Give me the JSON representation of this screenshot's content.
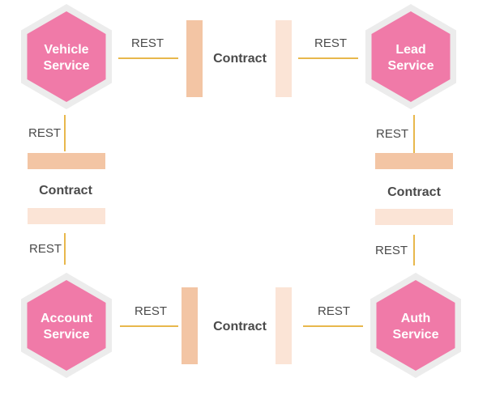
{
  "colors": {
    "hex_fill": "#f07aa8",
    "hex_ring": "#ececec",
    "connector": "#e8b84c",
    "contract_dark": "#f3c5a4",
    "contract_light": "#fbe4d6",
    "text_dark": "#4a4a4a",
    "text_light": "#ffffff"
  },
  "services": {
    "vehicle": {
      "line1": "Vehicle",
      "line2": "Service"
    },
    "lead": {
      "line1": "Lead",
      "line2": "Service"
    },
    "account": {
      "line1": "Account",
      "line2": "Service"
    },
    "auth": {
      "line1": "Auth",
      "line2": "Service"
    }
  },
  "connections": {
    "top": {
      "rest_left": "REST",
      "contract": "Contract",
      "rest_right": "REST"
    },
    "left": {
      "rest_top": "REST",
      "contract": "Contract",
      "rest_bottom": "REST"
    },
    "right": {
      "rest_top": "REST",
      "contract": "Contract",
      "rest_bottom": "REST"
    },
    "bottom": {
      "rest_left": "REST",
      "contract": "Contract",
      "rest_right": "REST"
    }
  }
}
